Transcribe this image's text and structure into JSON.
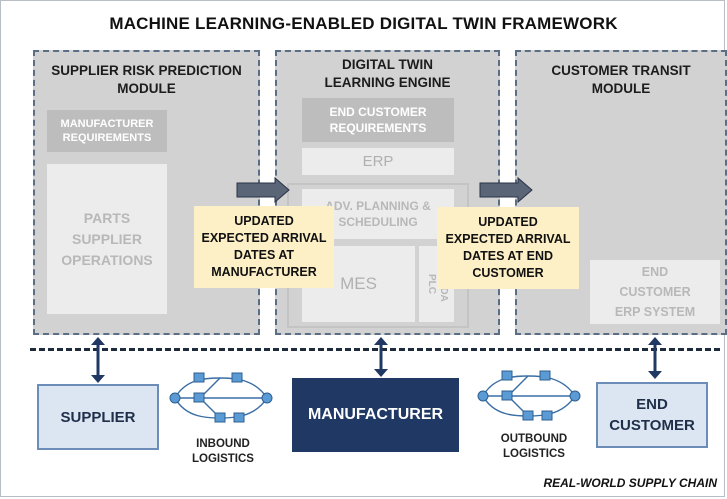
{
  "title": "MACHINE LEARNING-ENABLED DIGITAL TWIN FRAMEWORK",
  "modules": {
    "supplier_risk": {
      "title": "SUPPLIER RISK PREDICTION\nMODULE",
      "manufacturer_requirements": "MANUFACTURER\nREQUIREMENTS",
      "parts_supplier_operations": "PARTS\nSUPPLIER\nOPERATIONS"
    },
    "learning_engine": {
      "title": "DIGITAL TWIN\nLEARNING ENGINE",
      "end_customer_requirements": "END CUSTOMER\nREQUIREMENTS",
      "erp": "ERP",
      "adv_planning": "ADV. PLANNING &\nSCHEDULING",
      "mes": "MES",
      "scada_plc": "SCADA\nPLC"
    },
    "customer_transit": {
      "title": "CUSTOMER TRANSIT\nMODULE",
      "end_customer_erp": "END\nCUSTOMER\nERP SYSTEM"
    }
  },
  "notes": {
    "manufacturer_arrival": "UPDATED\nEXPECTED ARRIVAL\nDATES AT\nMANUFACTURER",
    "customer_arrival": "UPDATED\nEXPECTED ARRIVAL\nDATES AT END\nCUSTOMER"
  },
  "entities": {
    "supplier": "SUPPLIER",
    "manufacturer": "MANUFACTURER",
    "end_customer": "END\nCUSTOMER"
  },
  "logistics": {
    "inbound": "INBOUND\nLOGISTICS",
    "outbound": "OUTBOUND\nLOGISTICS"
  },
  "footer": "REAL-WORLD SUPPLY CHAIN",
  "colors": {
    "module_bg": "#d2d2d2",
    "module_border": "#5a6e86",
    "note_bg": "#fdf0c6",
    "entity_light": "#dce6f2",
    "entity_dark": "#1f3864",
    "arrow_fill": "#5b6578",
    "node_blue": "#5b9bd5"
  }
}
